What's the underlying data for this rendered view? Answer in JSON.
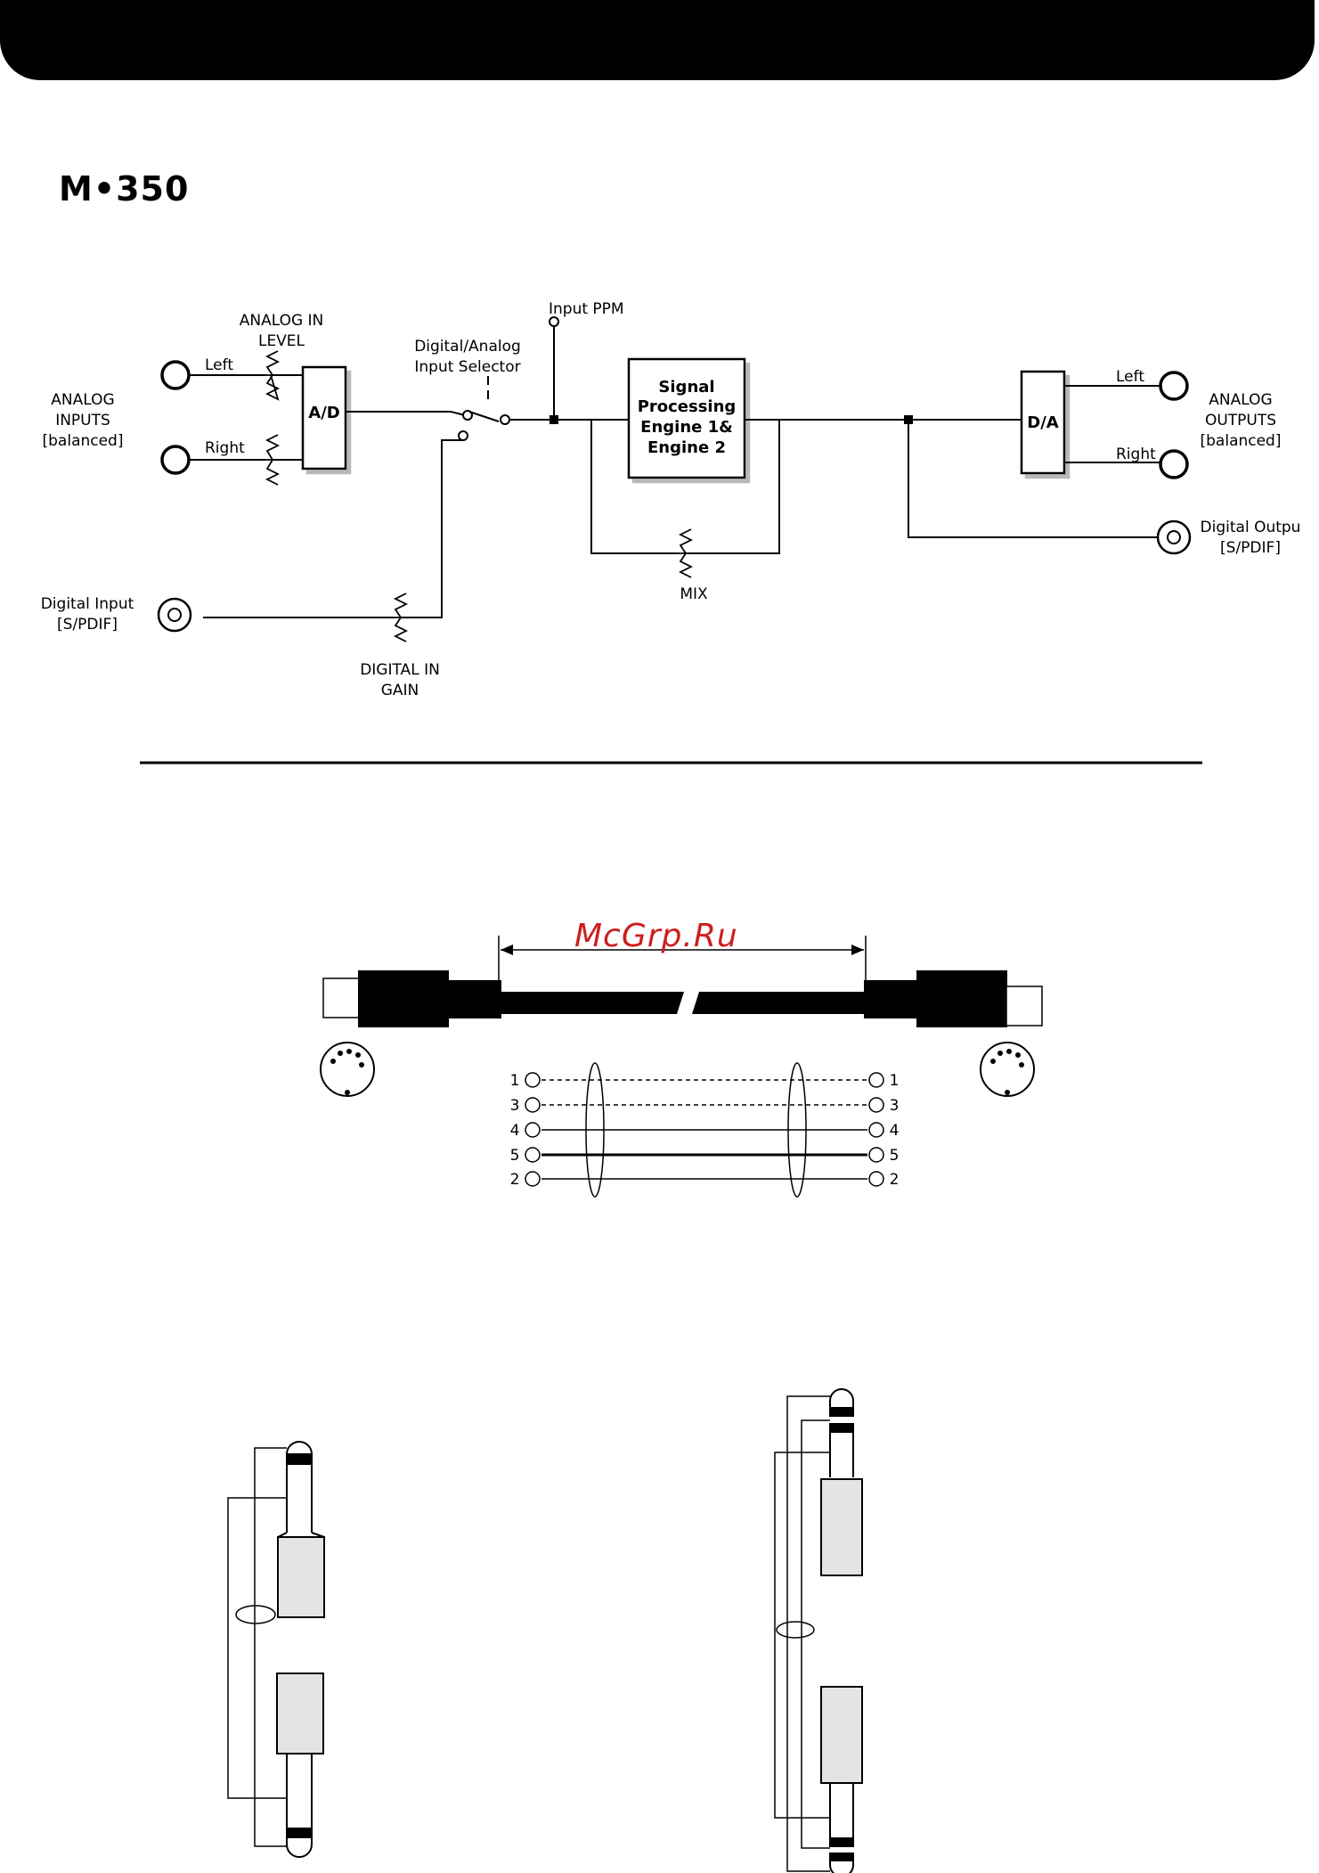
{
  "header": {
    "title": "M•350"
  },
  "watermark": "McGrp.Ru",
  "block_diagram": {
    "analog_in_level": [
      "ANALOG IN",
      "LEVEL"
    ],
    "analog_inputs": [
      "ANALOG",
      "INPUTS",
      "[balanced]"
    ],
    "left_in": "Left",
    "right_in": "Right",
    "ad": "A/D",
    "selector": [
      "Digital/Analog",
      "Input Selector"
    ],
    "input_ppm": "Input PPM",
    "engine": [
      "Signal",
      "Processing",
      "Engine 1&",
      "Engine 2"
    ],
    "mix": "MIX",
    "da": "D/A",
    "left_out": "Left",
    "right_out": "Right",
    "analog_outputs": [
      "ANALOG",
      "OUTPUTS",
      "[balanced]"
    ],
    "digital_output": [
      "Digital Outpu",
      "[S/PDIF]"
    ],
    "digital_input": [
      "Digital Input",
      "[S/PDIF]"
    ],
    "digital_in_gain": [
      "DIGITAL IN",
      "GAIN"
    ]
  },
  "midi_cable": {
    "pins": [
      "1",
      "3",
      "4",
      "5",
      "2"
    ]
  }
}
